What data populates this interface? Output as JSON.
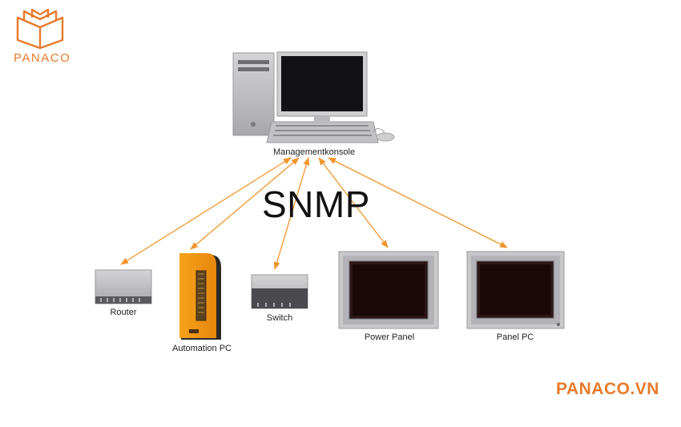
{
  "brand": {
    "name": "PANACO",
    "site": "PANACO.VN",
    "color": "#e87a2a"
  },
  "diagram": {
    "title": "SNMP",
    "arrow_color": "#f0962c",
    "nodes": {
      "console": "Managementkonsole",
      "router": "Router",
      "automation_pc": "Automation PC",
      "switch": "Switch",
      "power_panel": "Power Panel",
      "panel_pc": "Panel PC"
    }
  }
}
